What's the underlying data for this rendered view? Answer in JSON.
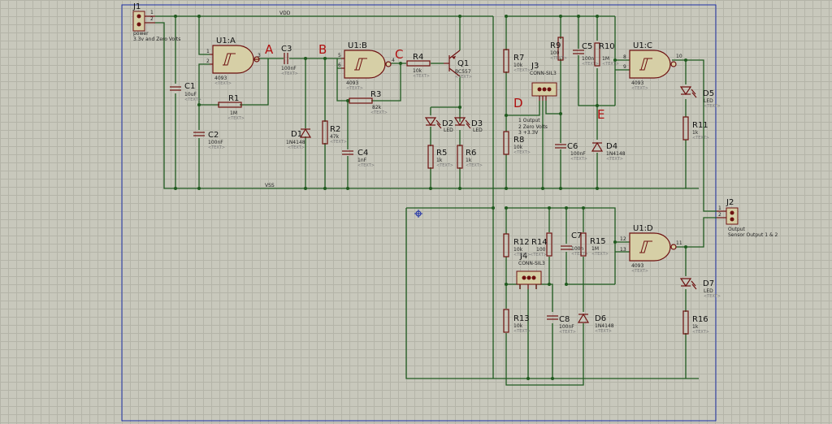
{
  "nets": {
    "vdd": "VDD",
    "vss": "VSS"
  },
  "placeholder": "<TEXT>",
  "points": {
    "a": "A",
    "b": "B",
    "c": "C",
    "d": "D",
    "e": "E"
  },
  "connectors": {
    "j1": {
      "ref": "J1",
      "desc1": "power",
      "desc2": "3.3v and Zero Volts",
      "pin1": "1",
      "pin2": "2"
    },
    "j2": {
      "ref": "J2",
      "desc1": "Output",
      "desc2": "Sensor Output 1 & 2",
      "pin1": "1",
      "pin2": "2"
    },
    "j3": {
      "ref": "J3",
      "value": "CONN-SIL3",
      "note1": "1 Output",
      "note2": "2 Zero Volts",
      "note3": "3 +3.3V"
    },
    "j4": {
      "ref": "J4",
      "value": "CONN-SIL3"
    }
  },
  "gates": {
    "u1a": {
      "ref": "U1:A",
      "value": "4093",
      "pins": [
        "1",
        "2",
        "3"
      ]
    },
    "u1b": {
      "ref": "U1:B",
      "value": "4093",
      "pins": [
        "5",
        "6",
        "4"
      ]
    },
    "u1c": {
      "ref": "U1:C",
      "value": "4093",
      "pins": [
        "8",
        "9",
        "10"
      ]
    },
    "u1d": {
      "ref": "U1:D",
      "value": "4093",
      "pins": [
        "12",
        "13",
        "11"
      ]
    }
  },
  "transistor": {
    "ref": "Q1",
    "value": "BC557"
  },
  "capacitors": {
    "c1": {
      "ref": "C1",
      "value": "10uF"
    },
    "c2": {
      "ref": "C2",
      "value": "100nF"
    },
    "c3": {
      "ref": "C3",
      "value": "100nF"
    },
    "c4": {
      "ref": "C4",
      "value": "1nF"
    },
    "c5": {
      "ref": "C5",
      "value": "100n"
    },
    "c6": {
      "ref": "C6",
      "value": "100nF"
    },
    "c7": {
      "ref": "C7",
      "value": "100n"
    },
    "c8": {
      "ref": "C8",
      "value": "100nF"
    }
  },
  "resistors": {
    "r1": {
      "ref": "R1",
      "value": "1M"
    },
    "r2": {
      "ref": "R2",
      "value": "47k"
    },
    "r3": {
      "ref": "R3",
      "value": "82k"
    },
    "r4": {
      "ref": "R4",
      "value": "10k"
    },
    "r5": {
      "ref": "R5",
      "value": "1k"
    },
    "r6": {
      "ref": "R6",
      "value": "1k"
    },
    "r7": {
      "ref": "R7",
      "value": "10k"
    },
    "r8": {
      "ref": "R8",
      "value": "10k"
    },
    "r9": {
      "ref": "R9",
      "value": "100"
    },
    "r10": {
      "ref": "R10",
      "value": "1M"
    },
    "r11": {
      "ref": "R11",
      "value": "1k"
    },
    "r12": {
      "ref": "R12",
      "value": "10k"
    },
    "r13": {
      "ref": "R13",
      "value": "10k"
    },
    "r14": {
      "ref": "R14",
      "value": "100"
    },
    "r15": {
      "ref": "R15",
      "value": "1M"
    },
    "r16": {
      "ref": "R16",
      "value": "1k"
    }
  },
  "diodes": {
    "d1": {
      "ref": "D1",
      "value": "1N4148"
    },
    "d2": {
      "ref": "D2",
      "value": "LED"
    },
    "d3": {
      "ref": "D3",
      "value": "LED"
    },
    "d4": {
      "ref": "D4",
      "value": "1N4148"
    },
    "d5": {
      "ref": "D5",
      "value": "LED"
    },
    "d6": {
      "ref": "D6",
      "value": "1N4148"
    },
    "d7": {
      "ref": "D7",
      "value": "LED"
    }
  }
}
